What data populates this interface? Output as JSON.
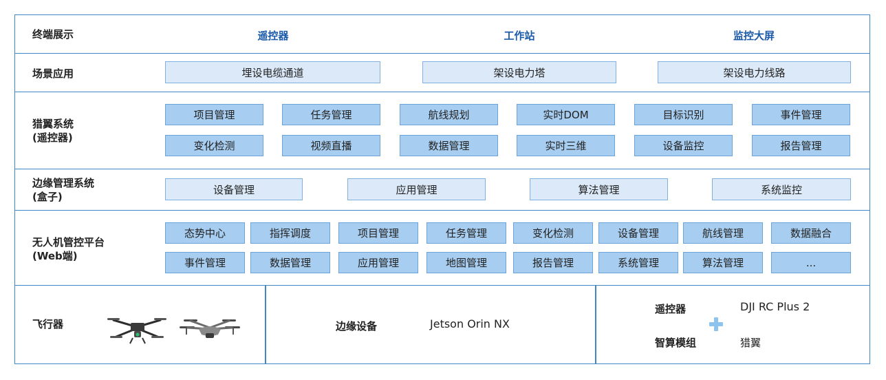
{
  "rows": {
    "terminal": {
      "label": "终端展示",
      "items": [
        "遥控器",
        "工作站",
        "监控大屏"
      ]
    },
    "scene": {
      "label": "场景应用",
      "items": [
        "埋设电缆通道",
        "架设电力塔",
        "架设电力线路"
      ]
    },
    "liexi": {
      "label_line1": "猎翼系统",
      "label_line2": "(遥控器)",
      "row1": [
        "项目管理",
        "任务管理",
        "航线规划",
        "实时DOM",
        "目标识别",
        "事件管理"
      ],
      "row2": [
        "变化检测",
        "视频直播",
        "数据管理",
        "实时三维",
        "设备监控",
        "报告管理"
      ]
    },
    "edge": {
      "label_line1": "边缘管理系统",
      "label_line2": "(盒子)",
      "items": [
        "设备管理",
        "应用管理",
        "算法管理",
        "系统监控"
      ]
    },
    "uav": {
      "label_line1": "无人机管控平台",
      "label_line2": "(Web端)",
      "row1": [
        "态势中心",
        "指挥调度",
        "项目管理",
        "任务管理",
        "变化检测",
        "设备管理",
        "航线管理",
        "数据融合"
      ],
      "row2": [
        "事件管理",
        "数据管理",
        "应用管理",
        "地图管理",
        "报告管理",
        "系统管理",
        "算法管理",
        "..."
      ]
    },
    "hardware": {
      "aircraft_label": "飞行器",
      "edge_label": "边缘设备",
      "edge_value": "Jetson Orin NX",
      "rc_label": "遥控器",
      "rc_value": "DJI RC Plus 2",
      "compute_label": "智算模组",
      "compute_value": "猎翼"
    }
  },
  "colors": {
    "border": "#3f86c6",
    "terminal_text": "#1a5aa8",
    "box_light": "#dbe9f8",
    "box_mid": "#a7cdf0"
  }
}
